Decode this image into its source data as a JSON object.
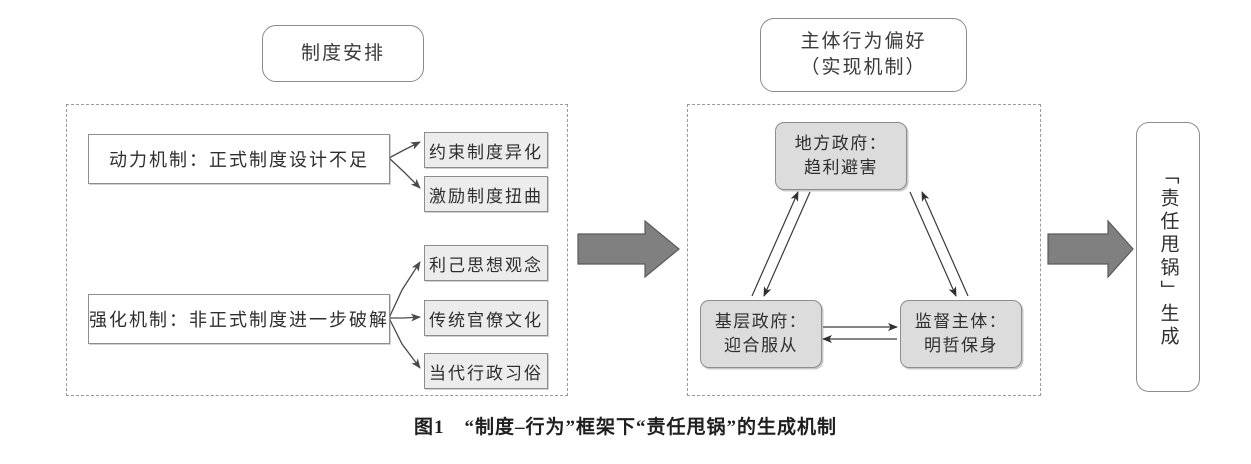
{
  "figure": {
    "caption_number": "图1",
    "caption_text": "“制度–行为”框架下“责任甩锅”的生成机制",
    "colors": {
      "box_fill_gray": "#ececec",
      "node_fill_gray": "#dcdcdc",
      "block_arrow_fill": "#808080",
      "stroke": "#8d8d8d",
      "dashed_panel": "#9a9a9a",
      "text": "#2e2e2e",
      "background": "#ffffff"
    }
  },
  "headers": {
    "left": "制度安排",
    "middle_line1": "主体行为偏好",
    "middle_line2": "（实现机制）"
  },
  "left_panel": {
    "mechanisms": [
      {
        "id": "dongli",
        "label": "动力机制：正式制度设计不足"
      },
      {
        "id": "qianghua",
        "label": "强化机制：非正式制度进一步破解"
      }
    ],
    "outcomes": [
      {
        "id": "ys",
        "label": "约束制度异化"
      },
      {
        "id": "jl",
        "label": "激励制度扭曲"
      },
      {
        "id": "lj",
        "label": "利己思想观念"
      },
      {
        "id": "ct",
        "label": "传统官僚文化"
      },
      {
        "id": "dd",
        "label": "当代行政习俗"
      }
    ]
  },
  "middle_panel": {
    "nodes": [
      {
        "id": "local",
        "line1": "地方政府：",
        "line2": "趋利避害"
      },
      {
        "id": "grass",
        "line1": "基层政府：",
        "line2": "迎合服从"
      },
      {
        "id": "super",
        "line1": "监督主体：",
        "line2": "明哲保身"
      }
    ]
  },
  "result": {
    "label": "「责任甩锅」生成"
  },
  "arrows": {
    "block_arrow_1": "block-arrow-right",
    "block_arrow_2": "block-arrow-right"
  }
}
